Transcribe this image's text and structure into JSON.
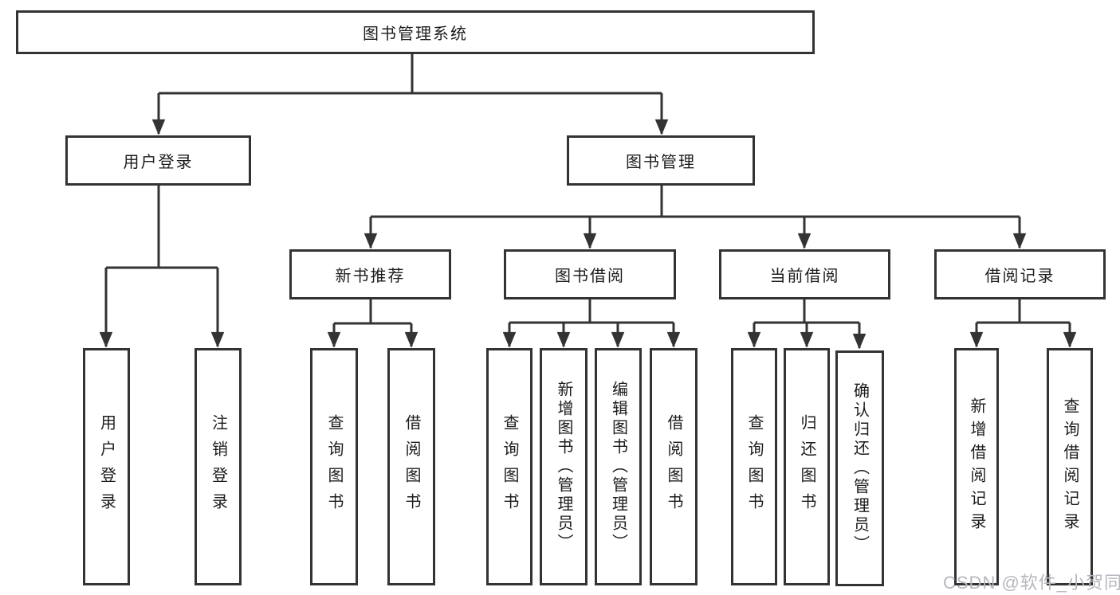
{
  "colors": {
    "background": "#ffffff",
    "line": "#333333",
    "box_border": "#333333",
    "text": "#1c1c1c",
    "watermark": "#b6b7bf"
  },
  "watermark": {
    "text": "CSDN @软件_小贺同学"
  },
  "tree": {
    "label": "图书管理系统",
    "children": [
      {
        "label": "用户登录",
        "children": [
          {
            "label": "用户登录"
          },
          {
            "label": "注销登录"
          }
        ]
      },
      {
        "label": "图书管理",
        "children": [
          {
            "label": "新书推荐",
            "children": [
              {
                "label": "查询图书"
              },
              {
                "label": "借阅图书"
              }
            ]
          },
          {
            "label": "图书借阅",
            "children": [
              {
                "label": "查询图书"
              },
              {
                "label": "新增图书（管理员）"
              },
              {
                "label": "编辑图书（管理员）"
              },
              {
                "label": "借阅图书"
              }
            ]
          },
          {
            "label": "当前借阅",
            "children": [
              {
                "label": "查询图书"
              },
              {
                "label": "归还图书"
              },
              {
                "label": "确认归还（管理员）"
              }
            ]
          },
          {
            "label": "借阅记录",
            "children": [
              {
                "label": "新增借阅记录"
              },
              {
                "label": "查询借阅记录"
              }
            ]
          }
        ]
      }
    ]
  }
}
